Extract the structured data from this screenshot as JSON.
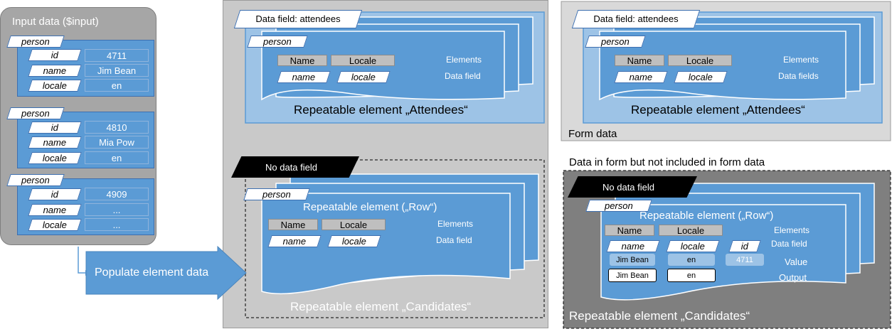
{
  "input": {
    "title": "Input data ($input)",
    "persons": [
      {
        "label": "person",
        "rows": [
          {
            "k": "id",
            "v": "4711"
          },
          {
            "k": "name",
            "v": "Jim Bean"
          },
          {
            "k": "locale",
            "v": "en"
          }
        ]
      },
      {
        "label": "person",
        "rows": [
          {
            "k": "id",
            "v": "4810"
          },
          {
            "k": "name",
            "v": "Mia Pow"
          },
          {
            "k": "locale",
            "v": "en"
          }
        ]
      },
      {
        "label": "person",
        "rows": [
          {
            "k": "id",
            "v": "4909"
          },
          {
            "k": "name",
            "v": "..."
          },
          {
            "k": "locale",
            "v": "..."
          }
        ]
      }
    ]
  },
  "arrow_label": "Populate element data",
  "middle": {
    "top": {
      "tag": "Data field: attendees",
      "person": "person",
      "btn_name": "Name",
      "btn_locale": "Locale",
      "elements": "Elements",
      "f_name": "name",
      "f_locale": "locale",
      "data_field": "Data field",
      "title": "Repeatable element „Attendees“"
    },
    "bottom": {
      "tag": "No data field",
      "person": "person",
      "row": "Repeatable element („Row“)",
      "btn_name": "Name",
      "btn_locale": "Locale",
      "elements": "Elements",
      "f_name": "name",
      "f_locale": "locale",
      "data_field": "Data field",
      "title": "Repeatable element „Candidates“"
    }
  },
  "right": {
    "top": {
      "tag": "Data field: attendees",
      "person": "person",
      "btn_name": "Name",
      "btn_locale": "Locale",
      "elements": "Elements",
      "f_name": "name",
      "f_locale": "locale",
      "data_fields": "Data fields",
      "title": "Repeatable element „Attendees“",
      "form_data": "Form data"
    },
    "caption": "Data in form but not included in form data",
    "bottom": {
      "tag": "No data field",
      "person": "person",
      "row": "Repeatable element („Row“)",
      "btn_name": "Name",
      "btn_locale": "Locale",
      "elements": "Elements",
      "f_name": "name",
      "f_locale": "locale",
      "f_id": "id",
      "data_field": "Data field",
      "v_name": "Jim Bean",
      "v_locale": "en",
      "v_id": "4711",
      "value": "Value",
      "o_name": "Jim Bean",
      "o_locale": "en",
      "output": "Output",
      "title": "Repeatable element „Candidates“"
    }
  }
}
